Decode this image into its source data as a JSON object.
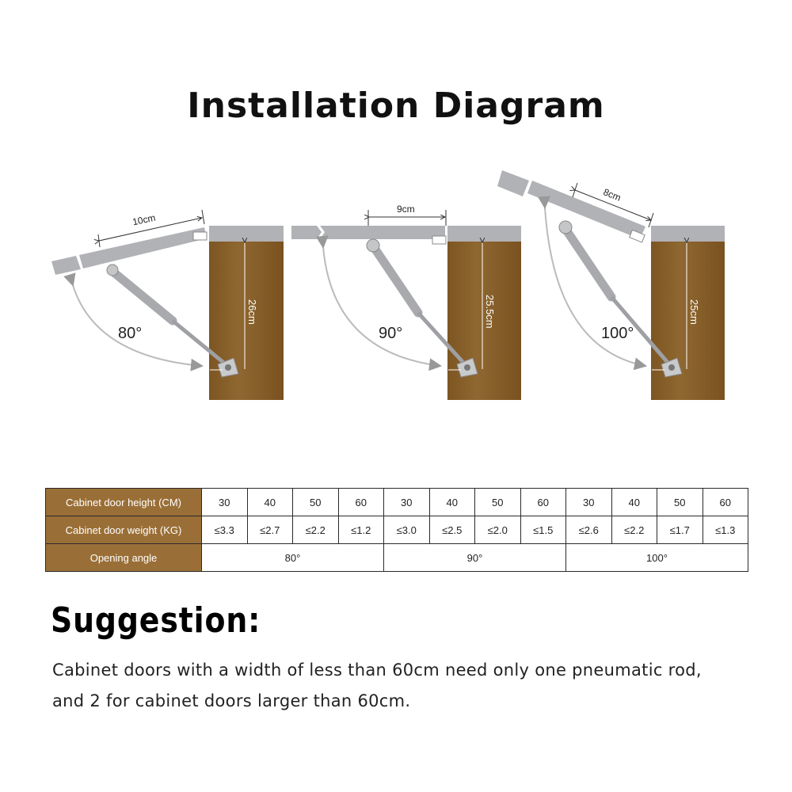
{
  "title": "Installation Diagram",
  "diagrams": [
    {
      "angle": "80°",
      "door_length": "10cm",
      "cabinet_height": "26cm"
    },
    {
      "angle": "90°",
      "door_length": "9cm",
      "cabinet_height": "25.5cm"
    },
    {
      "angle": "100°",
      "door_length": "8cm",
      "cabinet_height": "25cm"
    }
  ],
  "table": {
    "row_headers": [
      "Cabinet door height (CM)",
      "Cabinet door weight (KG)",
      "Opening angle"
    ],
    "heights": [
      "30",
      "40",
      "50",
      "60",
      "30",
      "40",
      "50",
      "60",
      "30",
      "40",
      "50",
      "60"
    ],
    "weights": [
      "≤3.3",
      "≤2.7",
      "≤2.2",
      "≤1.2",
      "≤3.0",
      "≤2.5",
      "≤2.0",
      "≤1.5",
      "≤2.6",
      "≤2.2",
      "≤1.7",
      "≤1.3"
    ],
    "angles": [
      "80°",
      "90°",
      "100°"
    ]
  },
  "suggestion": {
    "heading": "Suggestion:",
    "line1": "Cabinet doors with a width of less than 60cm need only one pneumatic rod,",
    "line2": "and 2 for cabinet doors larger than 60cm."
  },
  "colors": {
    "wood": "#8a6128",
    "header_cell": "#9a6f37",
    "metal": "#b3b5b8"
  }
}
